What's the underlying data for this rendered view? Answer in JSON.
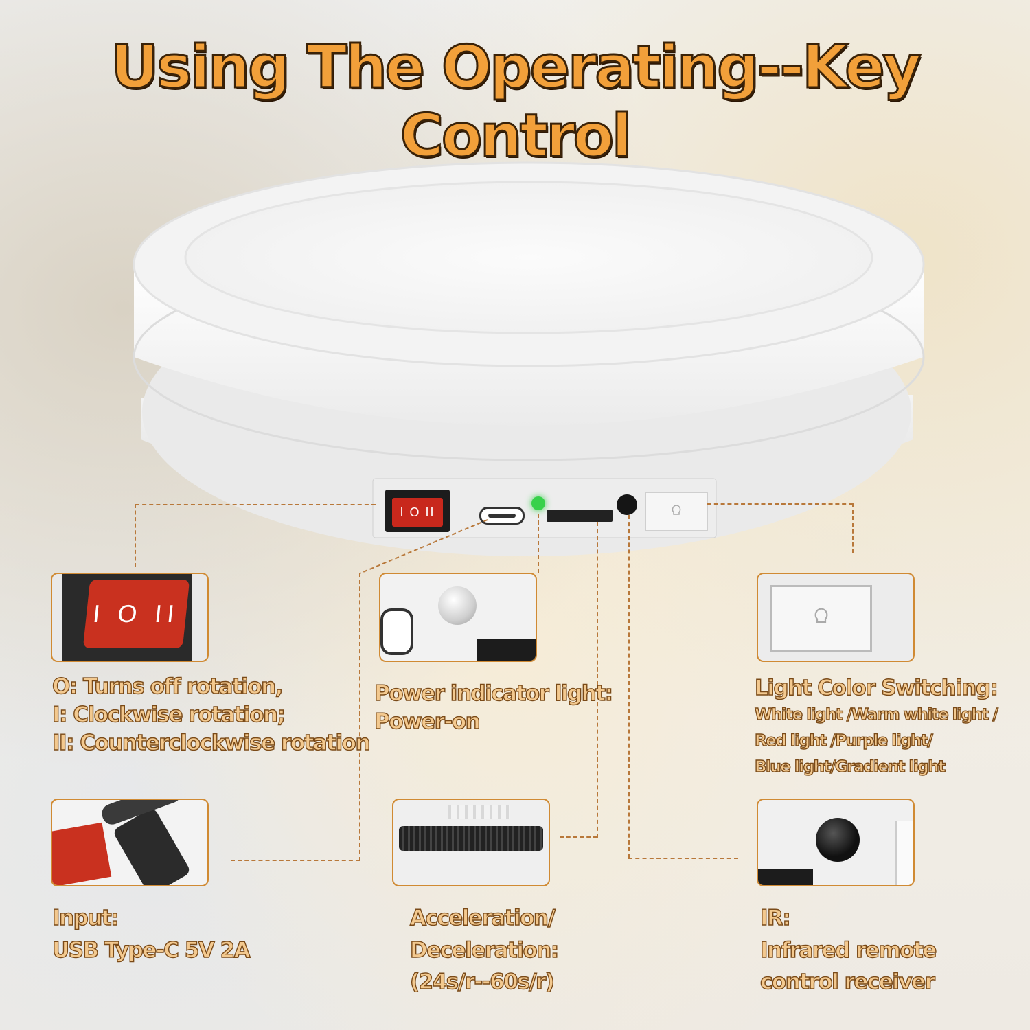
{
  "title": "Using The Operating--Key Control",
  "switch_symbol": "I O II",
  "labels": {
    "rocker": [
      "O: Turns off rotation,",
      "I: Clockwise rotation;",
      "II: Counterclockwise rotation"
    ],
    "power": [
      "Power indicator light:",
      "Power-on"
    ],
    "light_color": {
      "heading": "Light Color Switching:",
      "lines": [
        "White light /Warm white light /",
        "Red light /Purple light/",
        "Blue light/Gradient light"
      ]
    },
    "input": [
      "Input:",
      "USB Type-C 5V 2A"
    ],
    "speed": [
      "Acceleration/",
      "Deceleration:",
      "(24s/r--60s/r)"
    ],
    "ir": [
      "IR:",
      "Infrared remote",
      "control receiver"
    ]
  },
  "colors": {
    "title_fill": "#f2a03a",
    "label_fill": "#f3c98f",
    "accent_border": "#d08a33",
    "rocker_red": "#c8281c",
    "led_green": "#37d14a"
  }
}
